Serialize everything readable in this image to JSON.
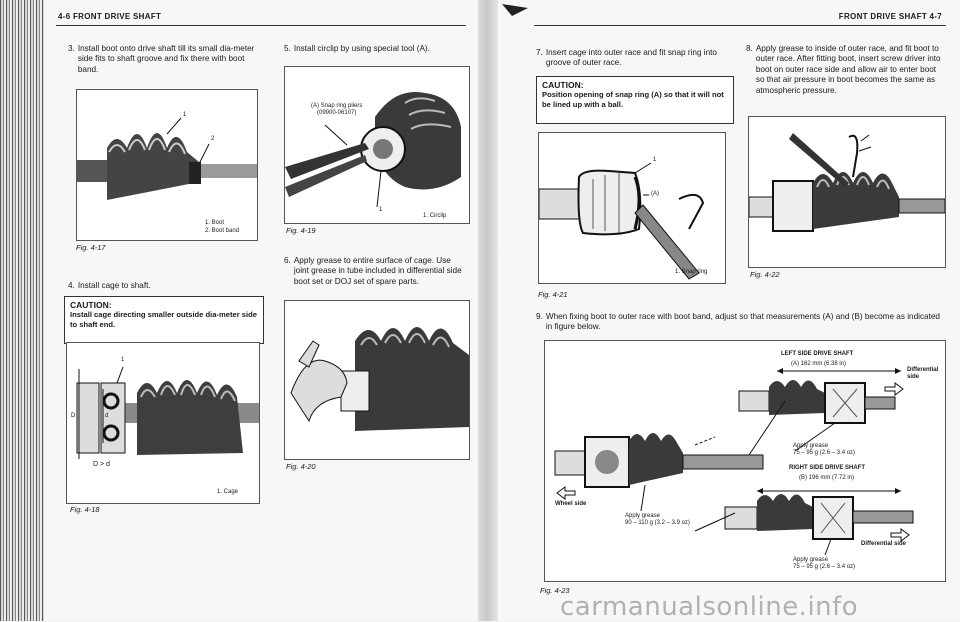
{
  "left_page": {
    "header": "4-6 FRONT DRIVE SHAFT",
    "step3": {
      "num": "3.",
      "text": "Install boot onto drive shaft till its small dia-meter side fits to shaft groove and fix there with boot band."
    },
    "fig417": {
      "caption": "Fig. 4-17",
      "callouts": [
        "1",
        "2"
      ],
      "legend": [
        "1. Boot",
        "2. Boot band"
      ]
    },
    "step4": {
      "num": "4.",
      "text": "Install cage to shaft."
    },
    "caution1": {
      "title": "CAUTION:",
      "body": "Install cage directing smaller outside dia-meter side to shaft end."
    },
    "fig418": {
      "caption": "Fig. 4-18",
      "callouts": [
        "1",
        "D",
        "d"
      ],
      "relation": "D > d",
      "legend": [
        "1. Cage"
      ]
    },
    "step5": {
      "num": "5.",
      "text": "Install circlip by using special tool (A)."
    },
    "fig419": {
      "caption": "Fig. 4-19",
      "tool_label": "(A) Snap ring pliers",
      "tool_number": "(09900-06107)",
      "callouts": [
        "1"
      ],
      "legend": [
        "1. Circlip"
      ]
    },
    "step6": {
      "num": "6.",
      "text": "Apply grease to entire surface of cage. Use joint grease in tube included in differential side boot set or DOJ set of spare parts."
    },
    "fig420": {
      "caption": "Fig. 4-20"
    }
  },
  "right_page": {
    "header": "FRONT DRIVE SHAFT 4-7",
    "step7": {
      "num": "7.",
      "text": "Insert cage into outer race and fit snap ring into groove of outer race."
    },
    "caution2": {
      "title": "CAUTION:",
      "body": "Position opening of snap ring (A) so that it will not be lined up with a ball."
    },
    "fig421": {
      "caption": "Fig. 4-21",
      "callouts": [
        "1",
        "(A)"
      ],
      "legend": [
        "1. Snap ring"
      ]
    },
    "step8": {
      "num": "8.",
      "text": "Apply grease to inside of outer race, and fit boot to outer race. After fitting boot, insert screw driver into boot on outer race side and allow air to enter boot so that air pressure in boot becomes the same as atmospheric pressure."
    },
    "fig422": {
      "caption": "Fig. 4-22"
    },
    "step9": {
      "num": "9.",
      "text": "When fixing boot to outer race with boot band, adjust so that measurements (A) and (B) become as indicated in figure below."
    },
    "fig423": {
      "caption": "Fig. 4-23",
      "left_title": "LEFT SIDE DRIVE SHAFT",
      "dim_a": "(A) 162 mm (6.38 in)",
      "diff_side_1": "Differential side",
      "grease_top": [
        "Apply grease",
        "75 – 95 g (2.6 – 3.4 oz)"
      ],
      "right_title": "RIGHT SIDE DRIVE SHAFT",
      "dim_b": "(B) 196 mm (7.72 in)",
      "wheel_side": "Wheel side",
      "grease_wheel": [
        "Apply grease",
        "90 – 110 g (3.2 – 3.9 oz)"
      ],
      "diff_side_2": "Differential side",
      "grease_bottom": [
        "Apply grease",
        "75 – 95 g (2.6 – 3.4 oz)"
      ]
    }
  },
  "watermark": "carmanualsonline.info"
}
